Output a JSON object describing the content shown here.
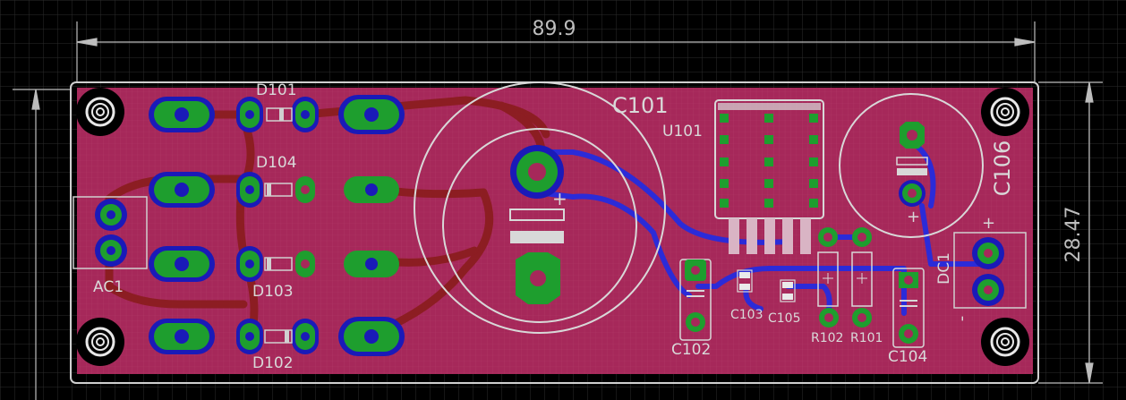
{
  "colors": {
    "background": "#000000",
    "grid": "#2a2a2a",
    "board": "#a6285a",
    "bottom_trace": "#2a2ad6",
    "top_trace": "#8e1f1f",
    "pad_green": "#1e9e2e",
    "pad_hole": "#1a1ab8",
    "silkscreen": "#d0d0d0",
    "mount_hole": "#e8e8e8"
  },
  "dimensions": {
    "width": "89.9",
    "height": "28.47"
  },
  "components": {
    "ac1": "AC1",
    "d101": "D101",
    "d102": "D102",
    "d103": "D103",
    "d104": "D104",
    "c101": "C101",
    "c102": "C102",
    "c103": "C103",
    "c104": "C104",
    "c105": "C105",
    "c106": "C106",
    "u101": "U101",
    "r101": "R101",
    "r102": "R102",
    "dc1": "DC1"
  },
  "polarity": {
    "plus": "+",
    "minus": "-"
  }
}
